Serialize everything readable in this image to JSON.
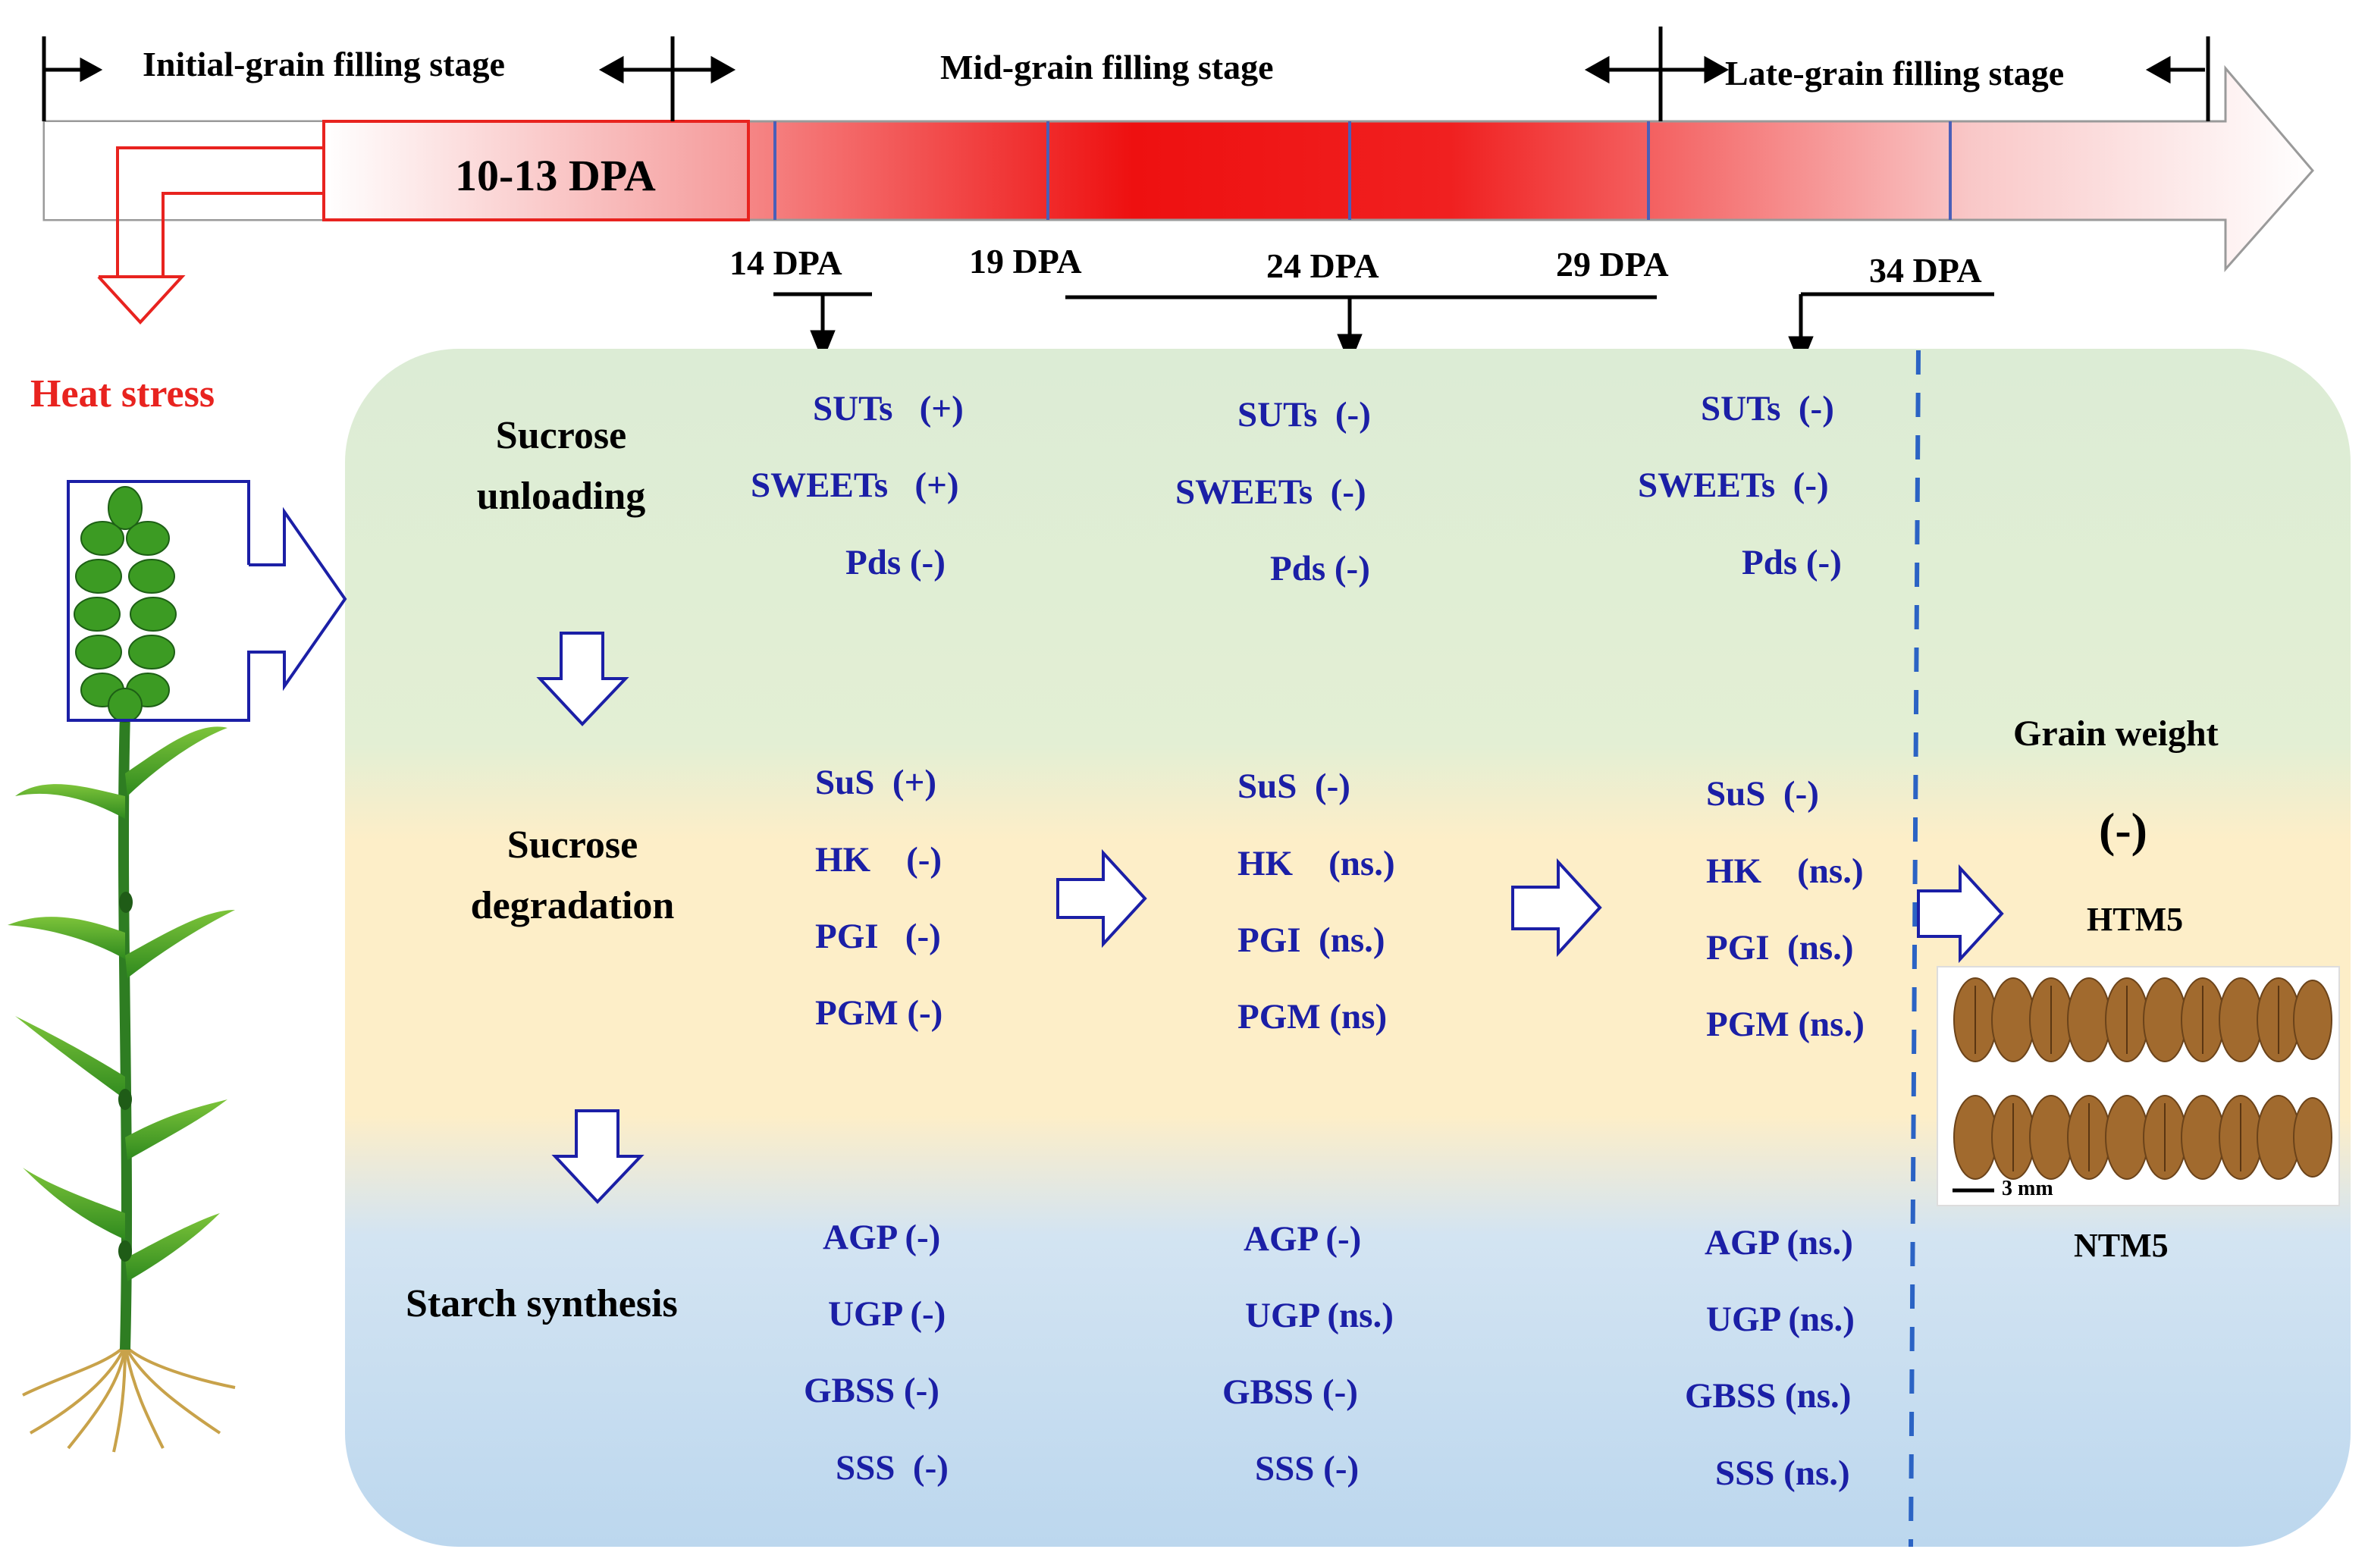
{
  "colors": {
    "heat": "#e8231f",
    "gene_text": "#1b1fa6",
    "panel_green": "#dcecd5",
    "panel_yellow": "#fdeec8",
    "panel_blue": "#bcd7ee",
    "dpa_marker": "#4a5fb8"
  },
  "stages": {
    "initial": "Initial-grain filling stage",
    "mid": "Mid-grain filling stage",
    "late": "Late-grain filling stage"
  },
  "heat_window": "10-13 DPA",
  "dpa_labels": [
    "14 DPA",
    "19 DPA",
    "24 DPA",
    "29 DPA",
    "34 DPA"
  ],
  "heat_stress_label": "Heat stress",
  "processes": {
    "unloading": [
      "Sucrose",
      "unloading"
    ],
    "degradation": [
      "Sucrose",
      "degradation"
    ],
    "synthesis": "Starch synthesis"
  },
  "columns": {
    "dpa14": {
      "unloading": [
        "SUTs   (+)",
        "SWEETs   (+)",
        "Pds (-)"
      ],
      "degradation": [
        "SuS  (+)",
        "HK    (-)",
        "PGI   (-)",
        "PGM (-)"
      ],
      "synthesis": [
        "AGP (-)",
        "UGP (-)",
        "GBSS (-)",
        "SSS  (-)"
      ]
    },
    "dpa19_29": {
      "unloading": [
        "SUTs  (-)",
        "SWEETs  (-)",
        "Pds (-)"
      ],
      "degradation": [
        "SuS  (-)",
        "HK    (ns.)",
        "PGI  (ns.)",
        "PGM (ns)"
      ],
      "synthesis": [
        "AGP (-)",
        "UGP (ns.)",
        "GBSS (-)",
        "SSS (-)"
      ]
    },
    "dpa34": {
      "unloading": [
        "SUTs  (-)",
        "SWEETs  (-)",
        "Pds (-)"
      ],
      "degradation": [
        "SuS  (-)",
        "HK    (ns.)",
        "PGI  (ns.)",
        "PGM (ns.)"
      ],
      "synthesis": [
        "AGP (ns.)",
        "UGP (ns.)",
        "GBSS (ns.)",
        "SSS (ns.)"
      ]
    }
  },
  "outcome": {
    "title": "Grain weight",
    "effect": "(-)",
    "htm": "HTM5",
    "ntm": "NTM5",
    "scale": "3 mm"
  },
  "icons": [
    "wheat-plant-icon",
    "grain-photo"
  ]
}
